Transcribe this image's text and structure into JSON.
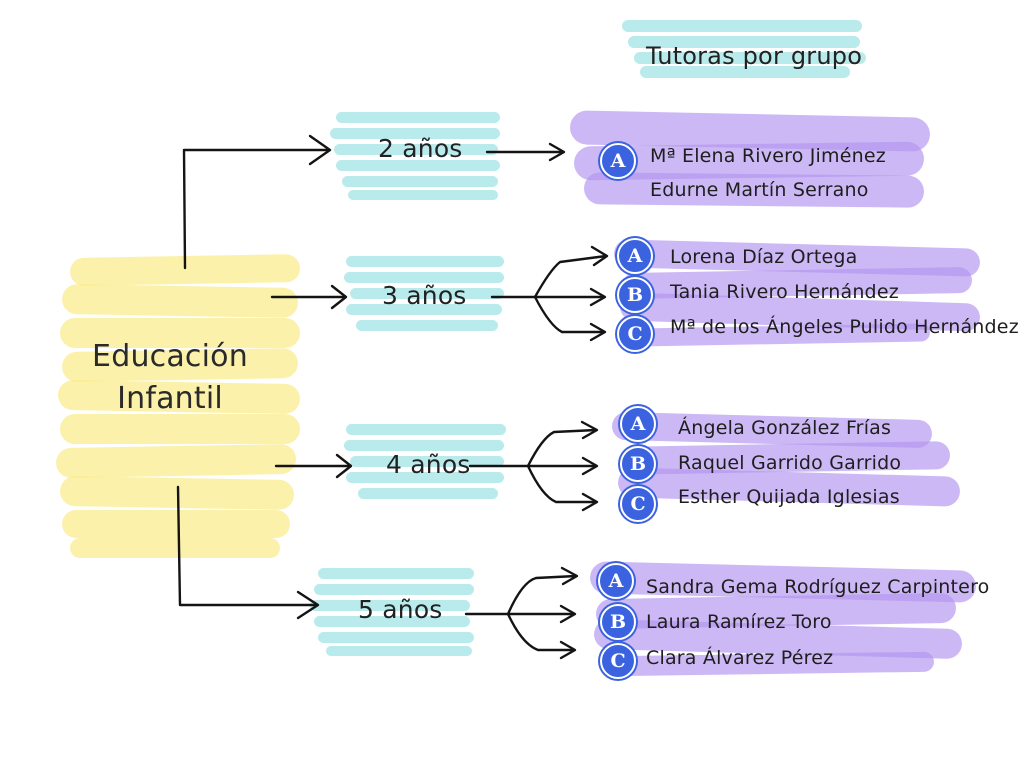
{
  "title": "Tutoras por grupo",
  "root": {
    "line1": "Educación",
    "line2": "Infantil"
  },
  "colors": {
    "yellow": "#fae878",
    "cyan": "#8adee0",
    "purple": "#b496f0",
    "badge": "#3b63e0"
  },
  "groups": [
    {
      "age": "2 años",
      "tutors": [
        {
          "badge": "A",
          "name": "Mª Elena Rivero Jiménez"
        },
        {
          "badge": "",
          "name": "Edurne Martín Serrano"
        }
      ]
    },
    {
      "age": "3 años",
      "tutors": [
        {
          "badge": "A",
          "name": "Lorena Díaz Ortega"
        },
        {
          "badge": "B",
          "name": "Tania Rivero Hernández"
        },
        {
          "badge": "C",
          "name": "Mª de los Ángeles Pulido Hernández"
        }
      ]
    },
    {
      "age": "4 años",
      "tutors": [
        {
          "badge": "A",
          "name": "Ángela González Frías"
        },
        {
          "badge": "B",
          "name": "Raquel Garrido Garrido"
        },
        {
          "badge": "C",
          "name": "Esther Quijada Iglesias"
        }
      ]
    },
    {
      "age": "5 años",
      "tutors": [
        {
          "badge": "A",
          "name": "Sandra Gema Rodríguez Carpintero"
        },
        {
          "badge": "B",
          "name": "Laura Ramírez Toro"
        },
        {
          "badge": "C",
          "name": "Clara Álvarez Pérez"
        }
      ]
    }
  ]
}
